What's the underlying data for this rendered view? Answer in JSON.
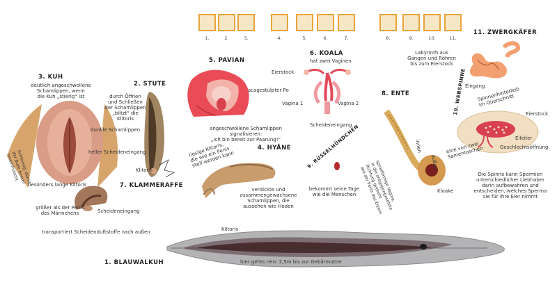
{
  "thumbs": {
    "items": [
      {
        "num": "1.",
        "icon": "whale-icon"
      },
      {
        "num": "2.",
        "icon": "horse-icon"
      },
      {
        "num": "3.",
        "icon": "cow-icon"
      },
      {
        "num": "4.",
        "icon": "hyena-icon"
      },
      {
        "num": "5.",
        "icon": "baboon-icon"
      },
      {
        "num": "6.",
        "icon": "koala-icon"
      },
      {
        "num": "7.",
        "icon": "monkey-icon"
      },
      {
        "num": "8.",
        "icon": "duck-icon"
      },
      {
        "num": "9.",
        "icon": "shrew-icon"
      },
      {
        "num": "10.",
        "icon": "spider-icon"
      },
      {
        "num": "11.",
        "icon": "beetle-icon"
      }
    ]
  },
  "kuh": {
    "title": "3. KUH",
    "desc": "deutlich angeschwollene\nSchamlippen, wenn\ndie Kuh „stierig“ ist",
    "side": "Schleimig, damit\nder Bulle besser\nhineinflutscht"
  },
  "stute": {
    "title": "2. STUTE",
    "desc": "durch Öffnen\nund Schließen\nder Schamlippen\n„blitzt“ die Klitoris",
    "dark": "dunkle Schamlippen",
    "light": "heller Scheideneingang",
    "klitoris": "Klitoris"
  },
  "klammer": {
    "title": "7. KLAMMERAFFE",
    "long": "besonders lange Klitoris",
    "bigger": "größer als der Penis\ndes Männchens",
    "entrance": "Scheideneingang",
    "transport": "transportiert Scheidenduftstoffe nach außen"
  },
  "pavian": {
    "title": "5. PAVIAN",
    "po": "ausgestülpter Po",
    "desc": "angeschwollene Schamlippen signalisieren:\n„Ich bin bereit zur Paarung!“"
  },
  "koala": {
    "title": "6. KOALA",
    "sub": "hat zwei Vaginen",
    "eierstock": "Eierstock",
    "v1": "Vagina 1",
    "v2": "Vagina 2",
    "entrance": "Scheideneingang"
  },
  "hyaene": {
    "title": "4. HYÄNE",
    "left": "riesige Klitoris,\ndie wie ein Penis\nsteif werden kann",
    "right": "verdickte und\nzusammengewachsene\nSchamlippen, die\naussehen wie Hoden"
  },
  "ruessel": {
    "title": "9. RÜSSELHÜNDCHEN",
    "desc": "bekommt seine Tage\nwie die Menschen"
  },
  "ente": {
    "title": "8. ENTE",
    "desc": "spiralförmige Vagina,\nin die entgegengesetzte\nRichtung gedreht\nwie der Penis des Erpels",
    "innen": "innen",
    "aussen": "außen",
    "kloake": "Kloake"
  },
  "zwerg": {
    "title": "11. ZWERGKÄFER",
    "desc": "Labyrinth aus\nGängen und Röhren\nbis zum Eierstock",
    "entrance": "Eingang"
  },
  "spinne": {
    "title": "10. WEBSPINNE",
    "section": "Spinnenhinterleib\nim Querschnitt",
    "eierstock": "Eierstock",
    "eileiter": "Eileiter",
    "opening": "Geschlechtsöffnung",
    "tasche": "eine von zwei\nSamentaschen",
    "note": "Die Spinne kann Spermien\nunterschiedlicher Liebhaber\ndarin aufbewahren und\nentscheiden, welches Sperma\nsie für ihre Eier nimmt"
  },
  "blauwal": {
    "title": "1. BLAUWALKUH",
    "klitoris": "Klitoris",
    "depth": "hier gehts rein: 2,5m bis zur Gebärmutter"
  }
}
